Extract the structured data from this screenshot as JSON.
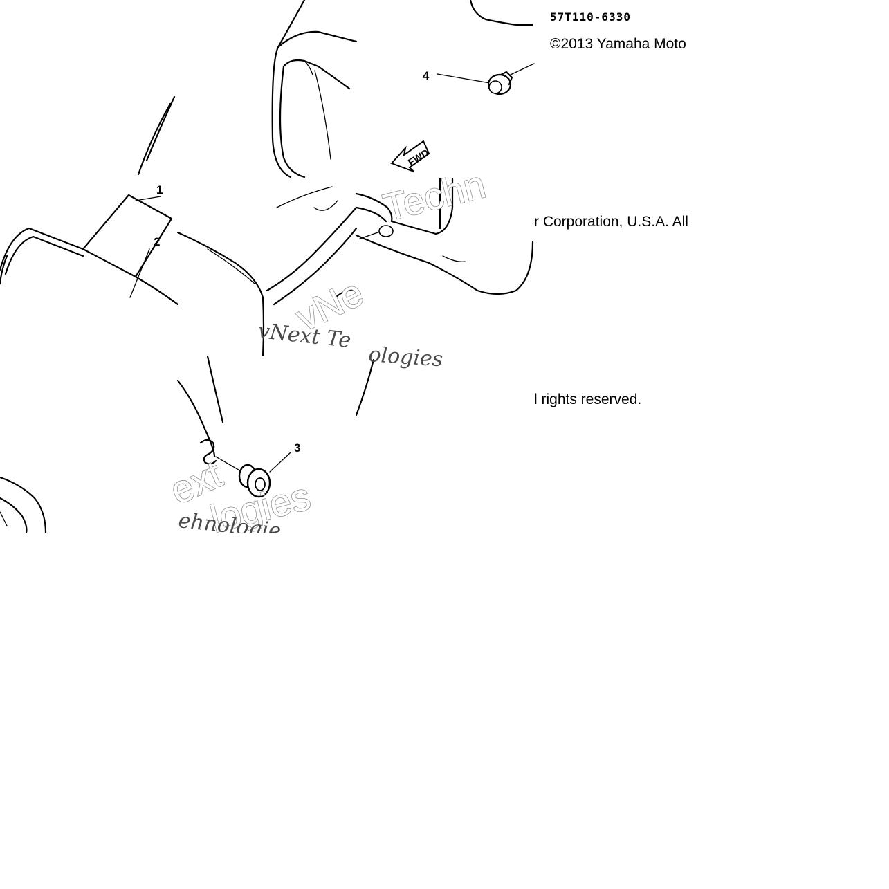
{
  "diagram": {
    "part_code": "57T110-6330",
    "copyright_line1": "©2013 Yamaha Moto",
    "copyright_line2": "r Corporation, U.S.A. All",
    "copyright_line3": "l rights reserved.",
    "arrow_label": "FWD",
    "callouts": [
      "1",
      "2",
      "3",
      "4"
    ],
    "watermark": {
      "outline_a": "Techn",
      "outline_b": "vNe",
      "outline_c": "ext",
      "outline_d": "logies",
      "serif_a": "vNext Te",
      "serif_b": "ologies",
      "serif_c": "ehnologie"
    }
  }
}
